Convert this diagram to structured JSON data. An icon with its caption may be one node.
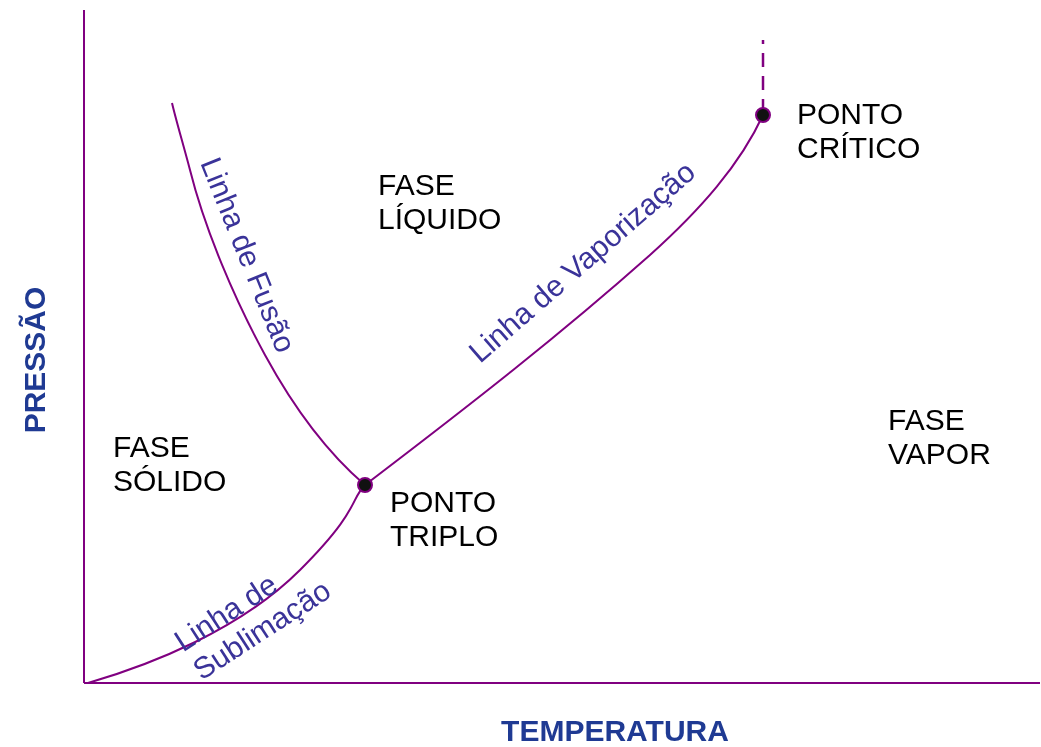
{
  "diagram": {
    "labels": [
      "PRESSÃO",
      "FASE SÓLIDO",
      "FASE LÍQUIDO",
      "Linha de Fusão",
      "Linha de Vaporização",
      "PONTO CRÍTICO",
      "PONTO TRIPLO",
      "FASE VAPOR",
      "Linha de Sublimação",
      "TEMPERATURA"
    ]
  }
}
